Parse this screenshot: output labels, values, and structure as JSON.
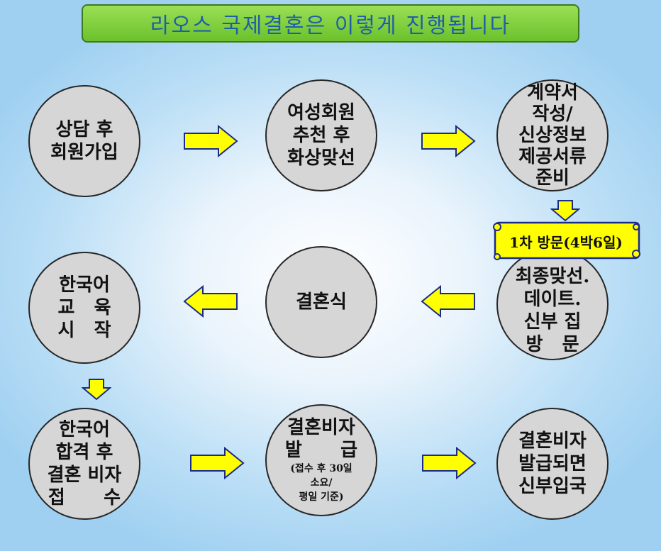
{
  "title": "라오스 국제결혼은 이렇게 진행됩니다",
  "steps": [
    {
      "lines": [
        "상담 후",
        "회원가입"
      ]
    },
    {
      "lines": [
        "여성회원",
        "추천 후",
        "화상맞선"
      ]
    },
    {
      "lines": [
        "계약서",
        "작성/",
        "신상정보",
        "제공서류",
        "준비"
      ]
    },
    {
      "lines": [
        "최종맞선.",
        "데이트.",
        "신부 집",
        "방   문"
      ]
    },
    {
      "lines": [
        "결혼식"
      ]
    },
    {
      "lines": [
        "한국어",
        "교   육",
        "시   작"
      ]
    },
    {
      "lines": [
        "한국어",
        "합격 후",
        "결혼 비자",
        "접      수"
      ]
    },
    {
      "lines": [
        "결혼비자",
        "발      급"
      ],
      "note": [
        "(접수 후 30일",
        "소요/",
        "평일 기준)"
      ]
    },
    {
      "lines": [
        "결혼비자",
        "발급되면",
        "신부입국"
      ]
    }
  ],
  "banner": "1차 방문(4박6일)",
  "colors": {
    "circle": "#d6d6d6",
    "arrow": "#ffff00",
    "title_bg": "#7ed03e",
    "title_text": "#1f5fa8"
  }
}
